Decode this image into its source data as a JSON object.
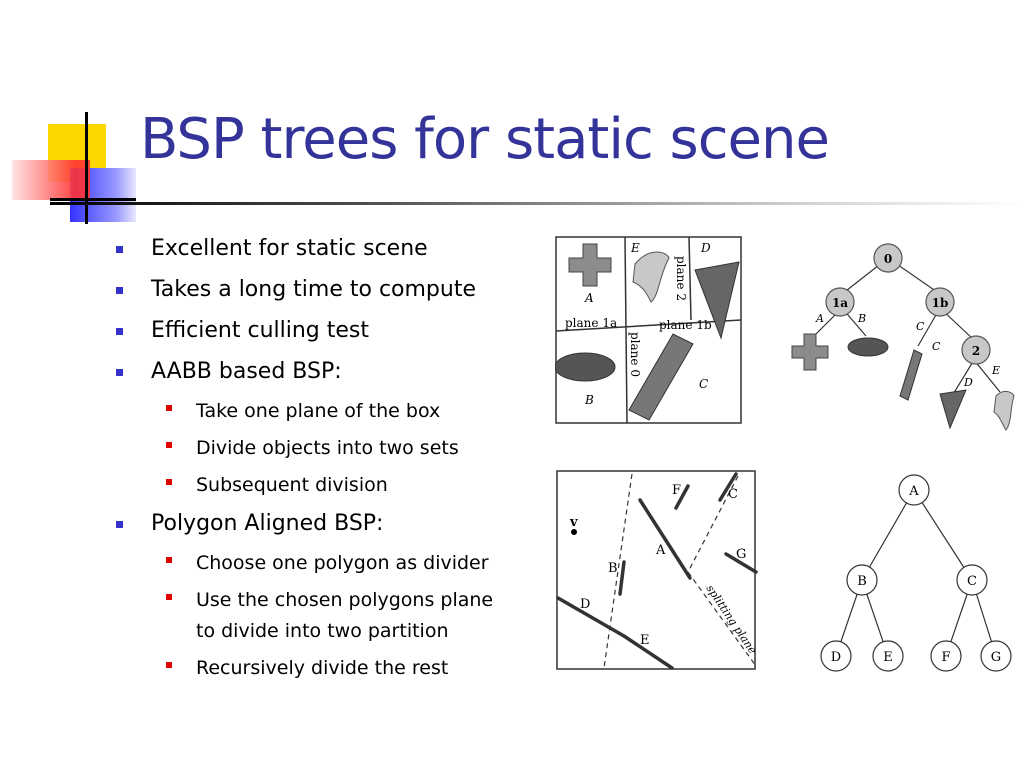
{
  "slide": {
    "title": "BSP trees for static scene",
    "bullets": [
      {
        "level": 1,
        "text": "Excellent for static scene"
      },
      {
        "level": 1,
        "text": "Takes a long time to compute"
      },
      {
        "level": 1,
        "text": "Efficient culling test"
      },
      {
        "level": 1,
        "text": "AABB based BSP:"
      },
      {
        "level": 2,
        "text": "Take one plane of the box"
      },
      {
        "level": 2,
        "text": "Divide objects into two sets"
      },
      {
        "level": 2,
        "text": "Subsequent division"
      },
      {
        "level": 1,
        "text": "Polygon Aligned BSP:"
      },
      {
        "level": 2,
        "text": "Choose one polygon as divider"
      },
      {
        "level": 2,
        "lines": [
          "Use the chosen polygons plane",
          "to divide into two partition"
        ]
      },
      {
        "level": 2,
        "text": "Recursively divide the rest"
      }
    ]
  },
  "aabb_diagram": {
    "labels": {
      "A": "A",
      "B": "B",
      "C": "C",
      "D": "D",
      "E": "E",
      "plane1a": "plane 1a",
      "plane1b": "plane 1b",
      "plane0": "plane 0",
      "plane2": "plane 2"
    }
  },
  "aabb_tree": {
    "nodes": {
      "n0": "0",
      "n1a": "1a",
      "n1b": "1b",
      "n2": "2"
    },
    "edge_labels": {
      "A": "A",
      "B": "B",
      "C1": "C",
      "C2": "C",
      "D": "D",
      "E": "E"
    }
  },
  "polygon_diagram": {
    "labels": {
      "v": "v",
      "A": "A",
      "B": "B",
      "C": "C",
      "D": "D",
      "E": "E",
      "F": "F",
      "G": "G",
      "splitting": "splitting plane"
    }
  },
  "polygon_tree": {
    "nodes": {
      "A": "A",
      "B": "B",
      "C": "C",
      "D": "D",
      "E": "E",
      "F": "F",
      "G": "G"
    }
  },
  "colors": {
    "title": "#333399",
    "bullet_l1": "#3333cc",
    "bullet_l2": "#e00000"
  }
}
